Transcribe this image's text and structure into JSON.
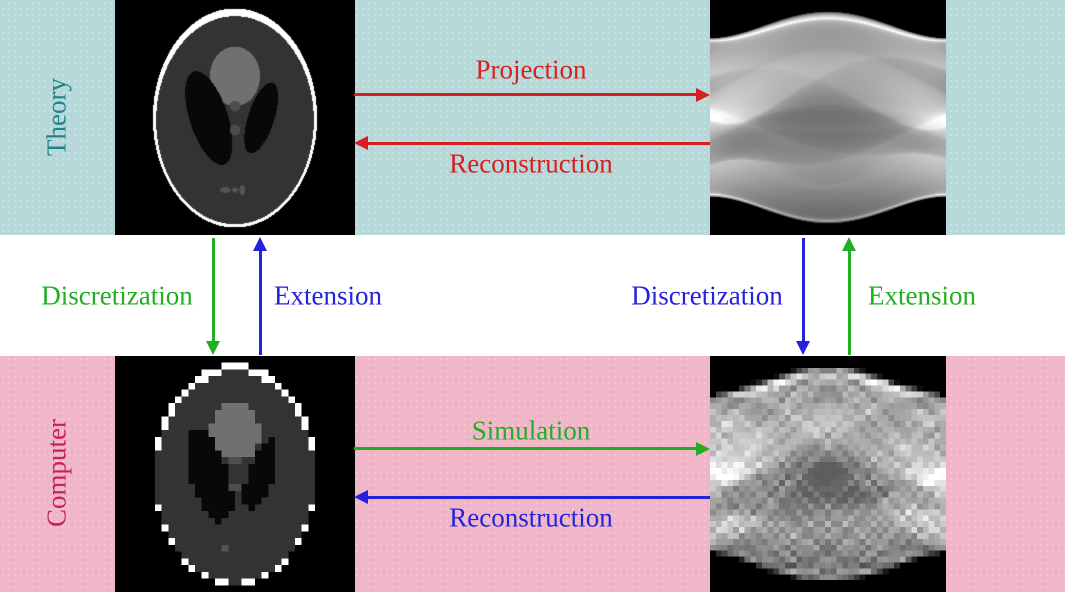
{
  "bands": {
    "theory": {
      "label": "Theory",
      "background": "#b6d8d9",
      "label_color": "#1e8489"
    },
    "computer": {
      "label": "Computer",
      "background": "#f0b5c7",
      "label_color": "#c7215a"
    }
  },
  "arrows": {
    "projection": {
      "label": "Projection",
      "color": "red",
      "direction": "right"
    },
    "reconstruction_theory": {
      "label": "Reconstruction",
      "color": "red",
      "direction": "left"
    },
    "discretization_left": {
      "label": "Discretization",
      "color": "green",
      "direction": "down"
    },
    "extension_left": {
      "label": "Extension",
      "color": "blue",
      "direction": "up"
    },
    "discretization_right": {
      "label": "Discretization",
      "color": "blue",
      "direction": "down"
    },
    "extension_right": {
      "label": "Extension",
      "color": "green",
      "direction": "up"
    },
    "simulation": {
      "label": "Simulation",
      "color": "green",
      "direction": "right"
    },
    "reconstruction_computer": {
      "label": "Reconstruction",
      "color": "blue",
      "direction": "left"
    }
  },
  "images": {
    "top_left": "shepp-logan-phantom-continuous",
    "top_right": "sinogram-continuous",
    "bottom_left": "shepp-logan-phantom-discretized",
    "bottom_right": "sinogram-discretized"
  },
  "colors": {
    "red": "#d81e1e",
    "green": "#22ad22",
    "blue": "#2323dd",
    "teal_bg": "#b6d8d9",
    "pink_bg": "#f0b5c7",
    "teal_text": "#1e8489",
    "crimson_text": "#c7215a"
  }
}
